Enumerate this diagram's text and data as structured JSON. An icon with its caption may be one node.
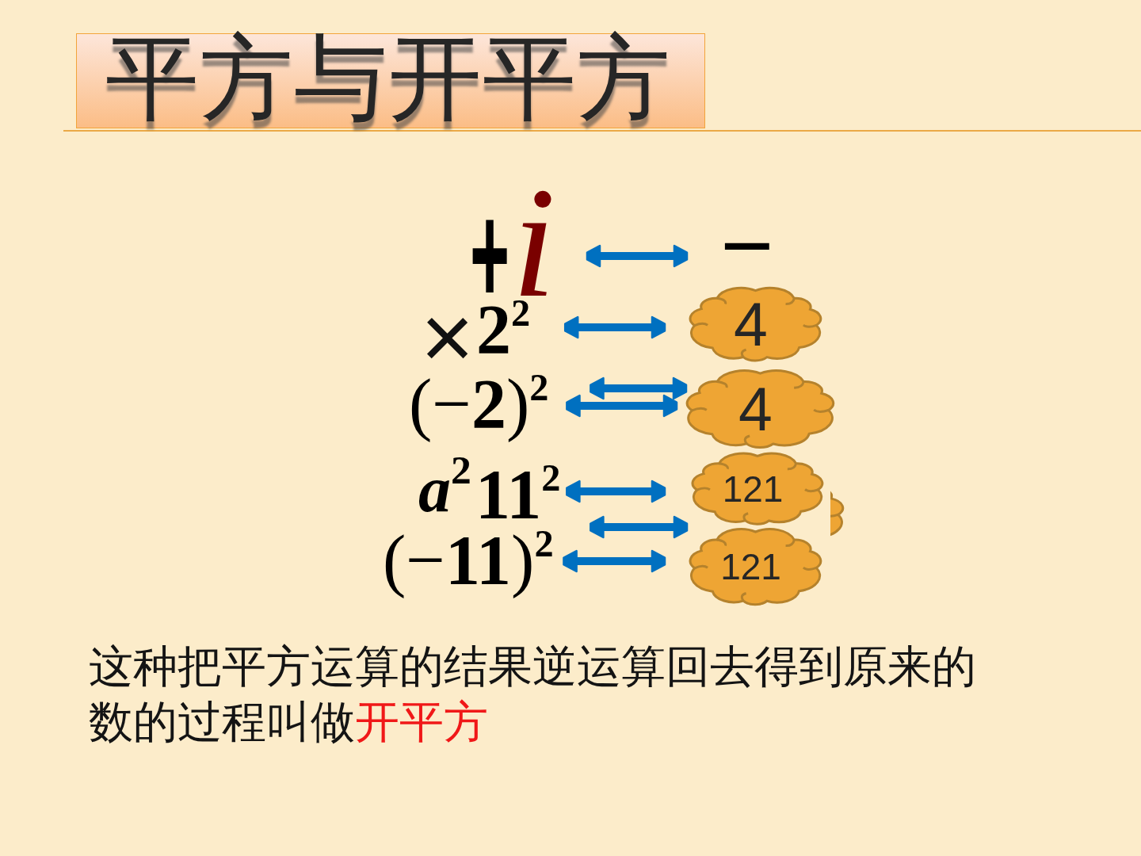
{
  "diagram": {
    "title": "平方与开平方",
    "nodes": [
      {
        "text": [
          "+",
          "i"
        ]
      },
      {
        "text": [
          "−"
        ]
      },
      {
        "text": [
          "2$^{2}$"
        ]
      },
      {
        "text": [
          "4"
        ]
      },
      {
        "text": [
          "(−**2**)$^{2}$"
        ]
      },
      {
        "text": [
          "4"
        ]
      },
      {
        "text": [
          "11$^{2}$"
        ]
      },
      {
        "text": [
          "121"
        ]
      },
      {
        "text": [],
        "shape": "cloud"
      },
      {
        "text": [
          "(−**11**)$^{2}$"
        ]
      },
      {
        "text": [
          "121"
        ]
      }
    ],
    "edges": [
      {
        "from": 0,
        "to": 1,
        "arrow": "both"
      },
      {
        "from": 2,
        "to": 3,
        "arrow": "both"
      },
      {
        "from": 4,
        "to": 5,
        "arrow": "both"
      },
      {
        "from": 4,
        "to": 5,
        "arrow": "both"
      },
      {
        "from": 6,
        "to": 7,
        "arrow": "both"
      },
      {
        "from": 6,
        "to": 10,
        "arrow": "both"
      },
      {
        "from": 9,
        "to": 10,
        "arrow": "both"
      }
    ],
    "labels": [
      "×",
      "a$^{2}$",
      "这种把平方运算的结果逆运算回去得到原来的数的过程叫做**开平方**"
    ]
  }
}
